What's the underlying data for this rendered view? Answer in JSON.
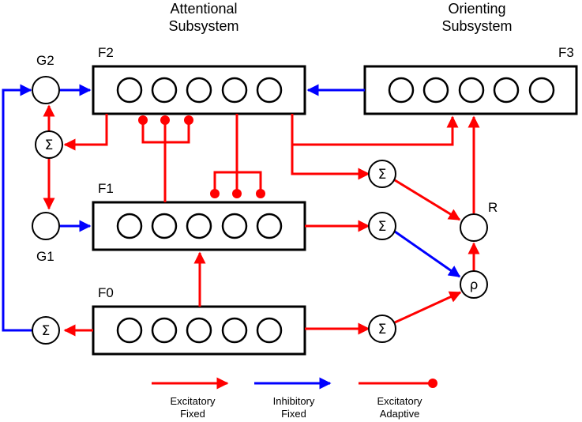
{
  "titles": {
    "attentional_line1": "Attentional",
    "attentional_line2": "Subsystem",
    "orienting_line1": "Orienting",
    "orienting_line2": "Subsystem"
  },
  "layers": {
    "f0": "F0",
    "f1": "F1",
    "f2": "F2",
    "f3": "F3"
  },
  "nodes": {
    "g1": "G1",
    "g2": "G2",
    "r": "R",
    "sigma": "Σ",
    "rho": "ρ"
  },
  "legend": {
    "excitatory_fixed_line1": "Excitatory",
    "excitatory_fixed_line2": "Fixed",
    "inhibitory_fixed_line1": "Inhibitory",
    "inhibitory_fixed_line2": "Fixed",
    "excitatory_adaptive_line1": "Excitatory",
    "excitatory_adaptive_line2": "Adaptive"
  },
  "colors": {
    "excitatory": "#ff0000",
    "inhibitory": "#0000ff"
  }
}
